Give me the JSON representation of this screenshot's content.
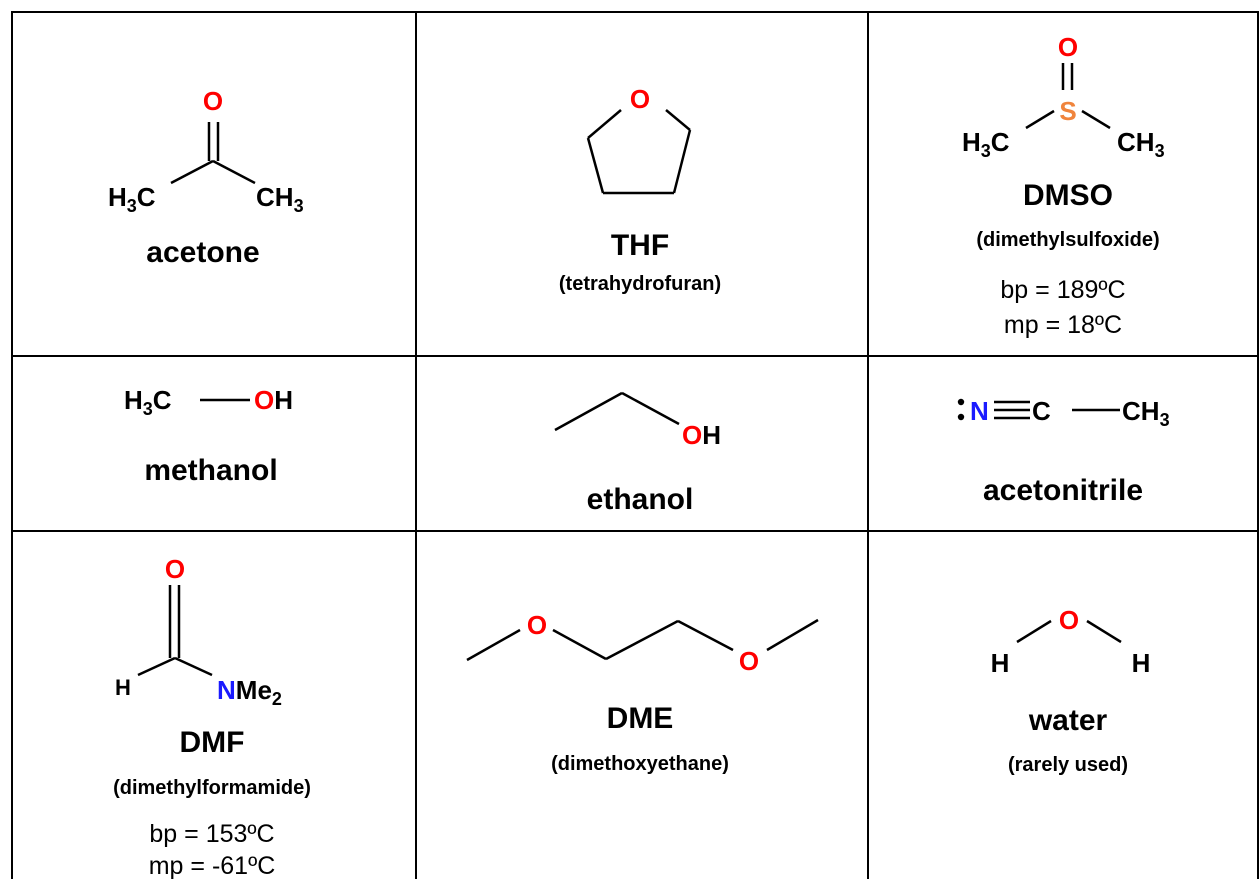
{
  "colors": {
    "oxygen": "#ff0000",
    "nitrogen": "#1a1aff",
    "sulfur": "#f0843c",
    "ink": "#000000",
    "grid": "#000000"
  },
  "cells": {
    "acetone": {
      "name": "acetone",
      "O": "O",
      "left": "H",
      "left_c": "C",
      "n3": "3",
      "right_c": "CH",
      "right_n": "3"
    },
    "thf": {
      "name": "THF",
      "sub": "(tetrahydrofuran)",
      "O": "O"
    },
    "dmso": {
      "name": "DMSO",
      "sub": "(dimethylsulfoxide)",
      "O": "O",
      "S": "S",
      "left_h": "H",
      "left_n": "3",
      "left_c": "C",
      "right_c": "CH",
      "right_n": "3",
      "bp": "bp = 189ºC",
      "mp": "mp =  18ºC"
    },
    "methanol": {
      "name": "methanol",
      "h": "H",
      "n": "3",
      "c": "C",
      "O": "O",
      "H": "H"
    },
    "ethanol": {
      "name": "ethanol",
      "O": "O",
      "H": "H"
    },
    "acetonitrile": {
      "name": "acetonitrile",
      "N": "N",
      "C": "C",
      "ch": "CH",
      "n": "3"
    },
    "dmf": {
      "name": "DMF",
      "sub": "(dimethylformamide)",
      "O": "O",
      "H": "H",
      "N": "N",
      "me": "Me",
      "n": "2",
      "bp": "bp = 153ºC",
      "mp": "mp =  -61ºC"
    },
    "dme": {
      "name": "DME",
      "sub": "(dimethoxyethane)",
      "O1": "O",
      "O2": "O"
    },
    "water": {
      "name": "water",
      "sub": "(rarely used)",
      "O": "O",
      "H1": "H",
      "H2": "H"
    }
  }
}
